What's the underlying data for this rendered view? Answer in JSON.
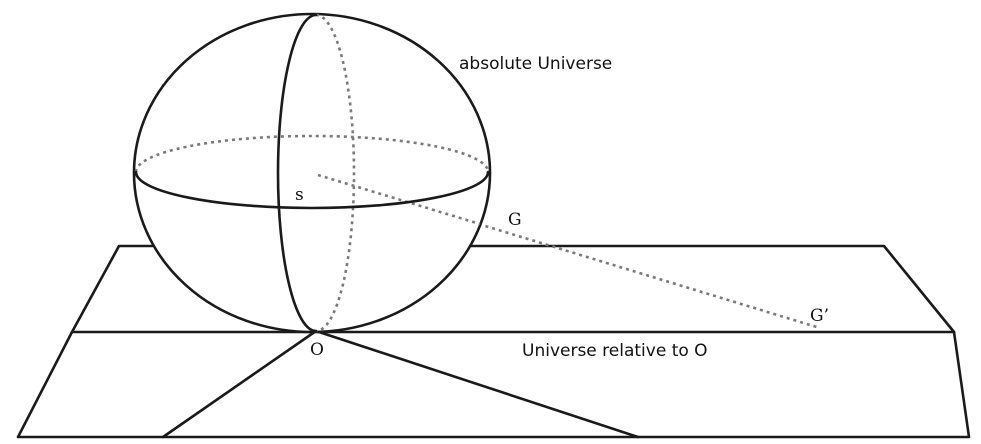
{
  "labels": {
    "sphere": "absolute Universe",
    "plane": "Universe relative to O",
    "center": "s",
    "point_o": "O",
    "point_g": "G",
    "point_g_prime": "G’"
  },
  "colors": {
    "ink": "#1a1a1a",
    "dotted": "#7a7a7a",
    "background": "#ffffff"
  }
}
